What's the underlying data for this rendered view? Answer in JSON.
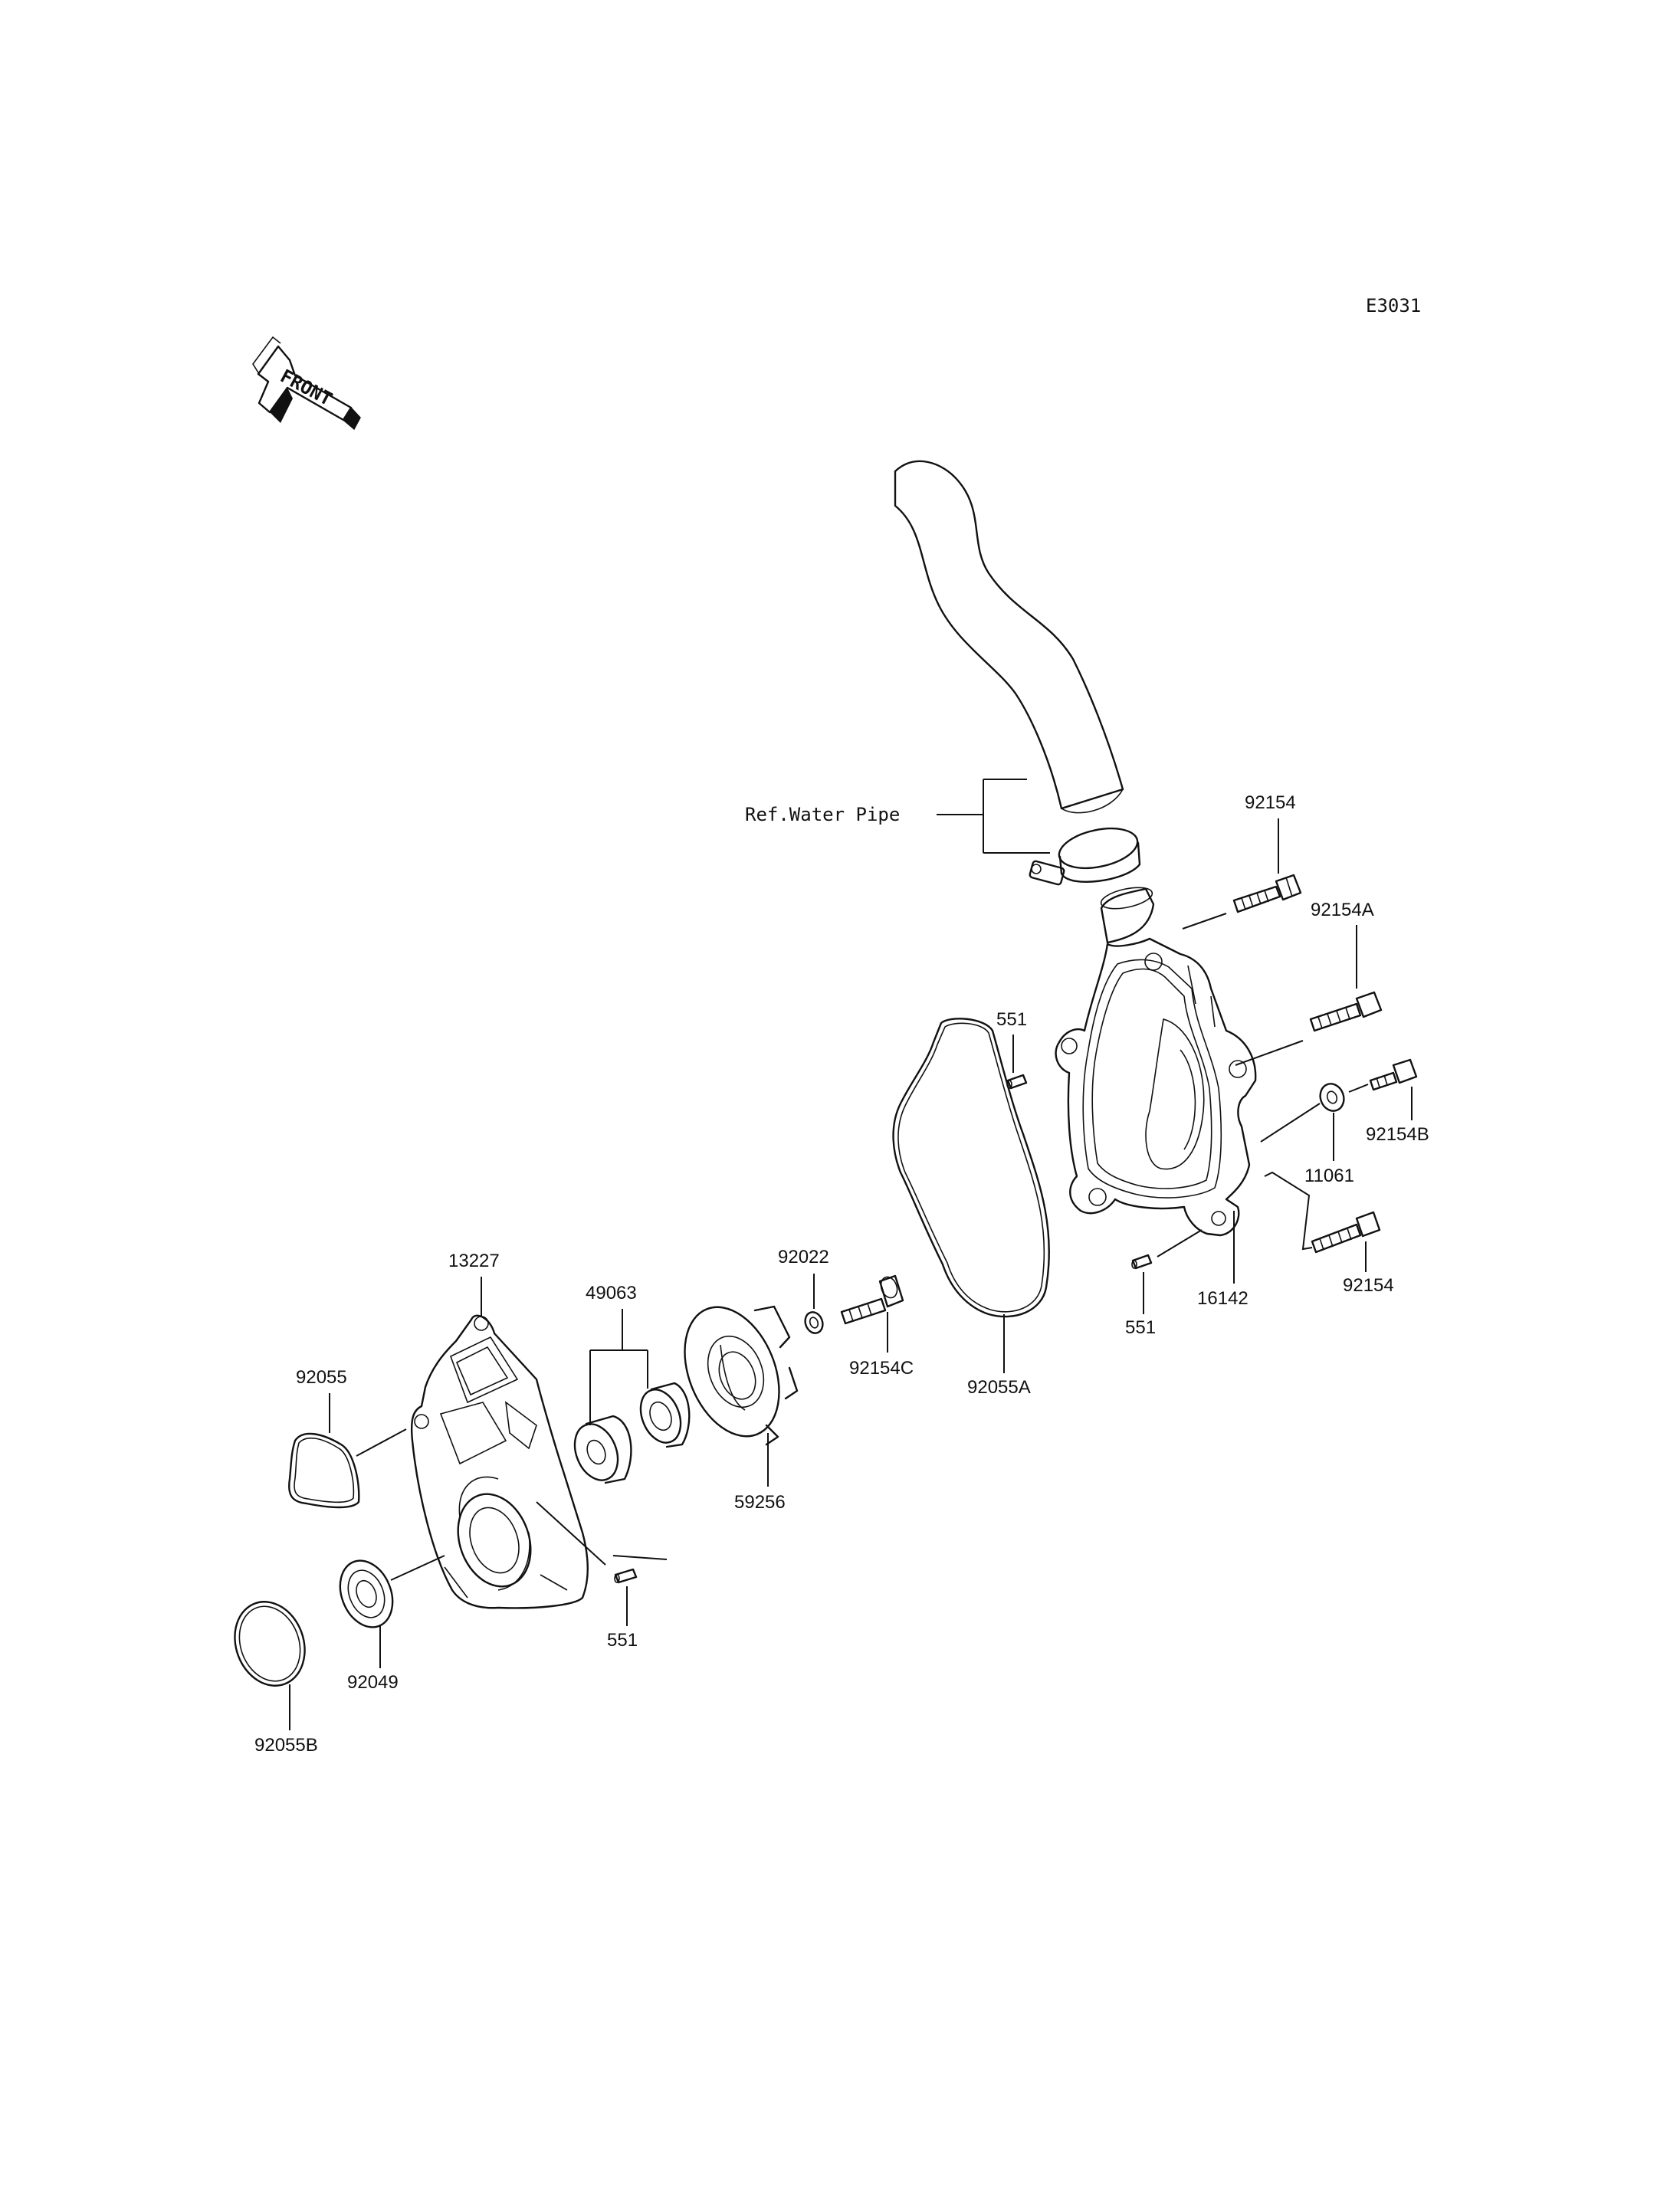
{
  "figure": {
    "code": "E3031",
    "direction_label": "FRONT",
    "reference_label": "Ref.Water Pipe"
  },
  "callouts": {
    "p92154_top": "92154",
    "p92154A": "92154A",
    "p92154B": "92154B",
    "p11061": "11061",
    "p92154_bottom": "92154",
    "p16142": "16142",
    "p551_upper": "551",
    "p551_right": "551",
    "p551_lower": "551",
    "p92055A": "92055A",
    "p92154C": "92154C",
    "p92022": "92022",
    "p59256": "59256",
    "p49063": "49063",
    "p13227": "13227",
    "p92055": "92055",
    "p92049": "92049",
    "p92055B": "92055B"
  }
}
